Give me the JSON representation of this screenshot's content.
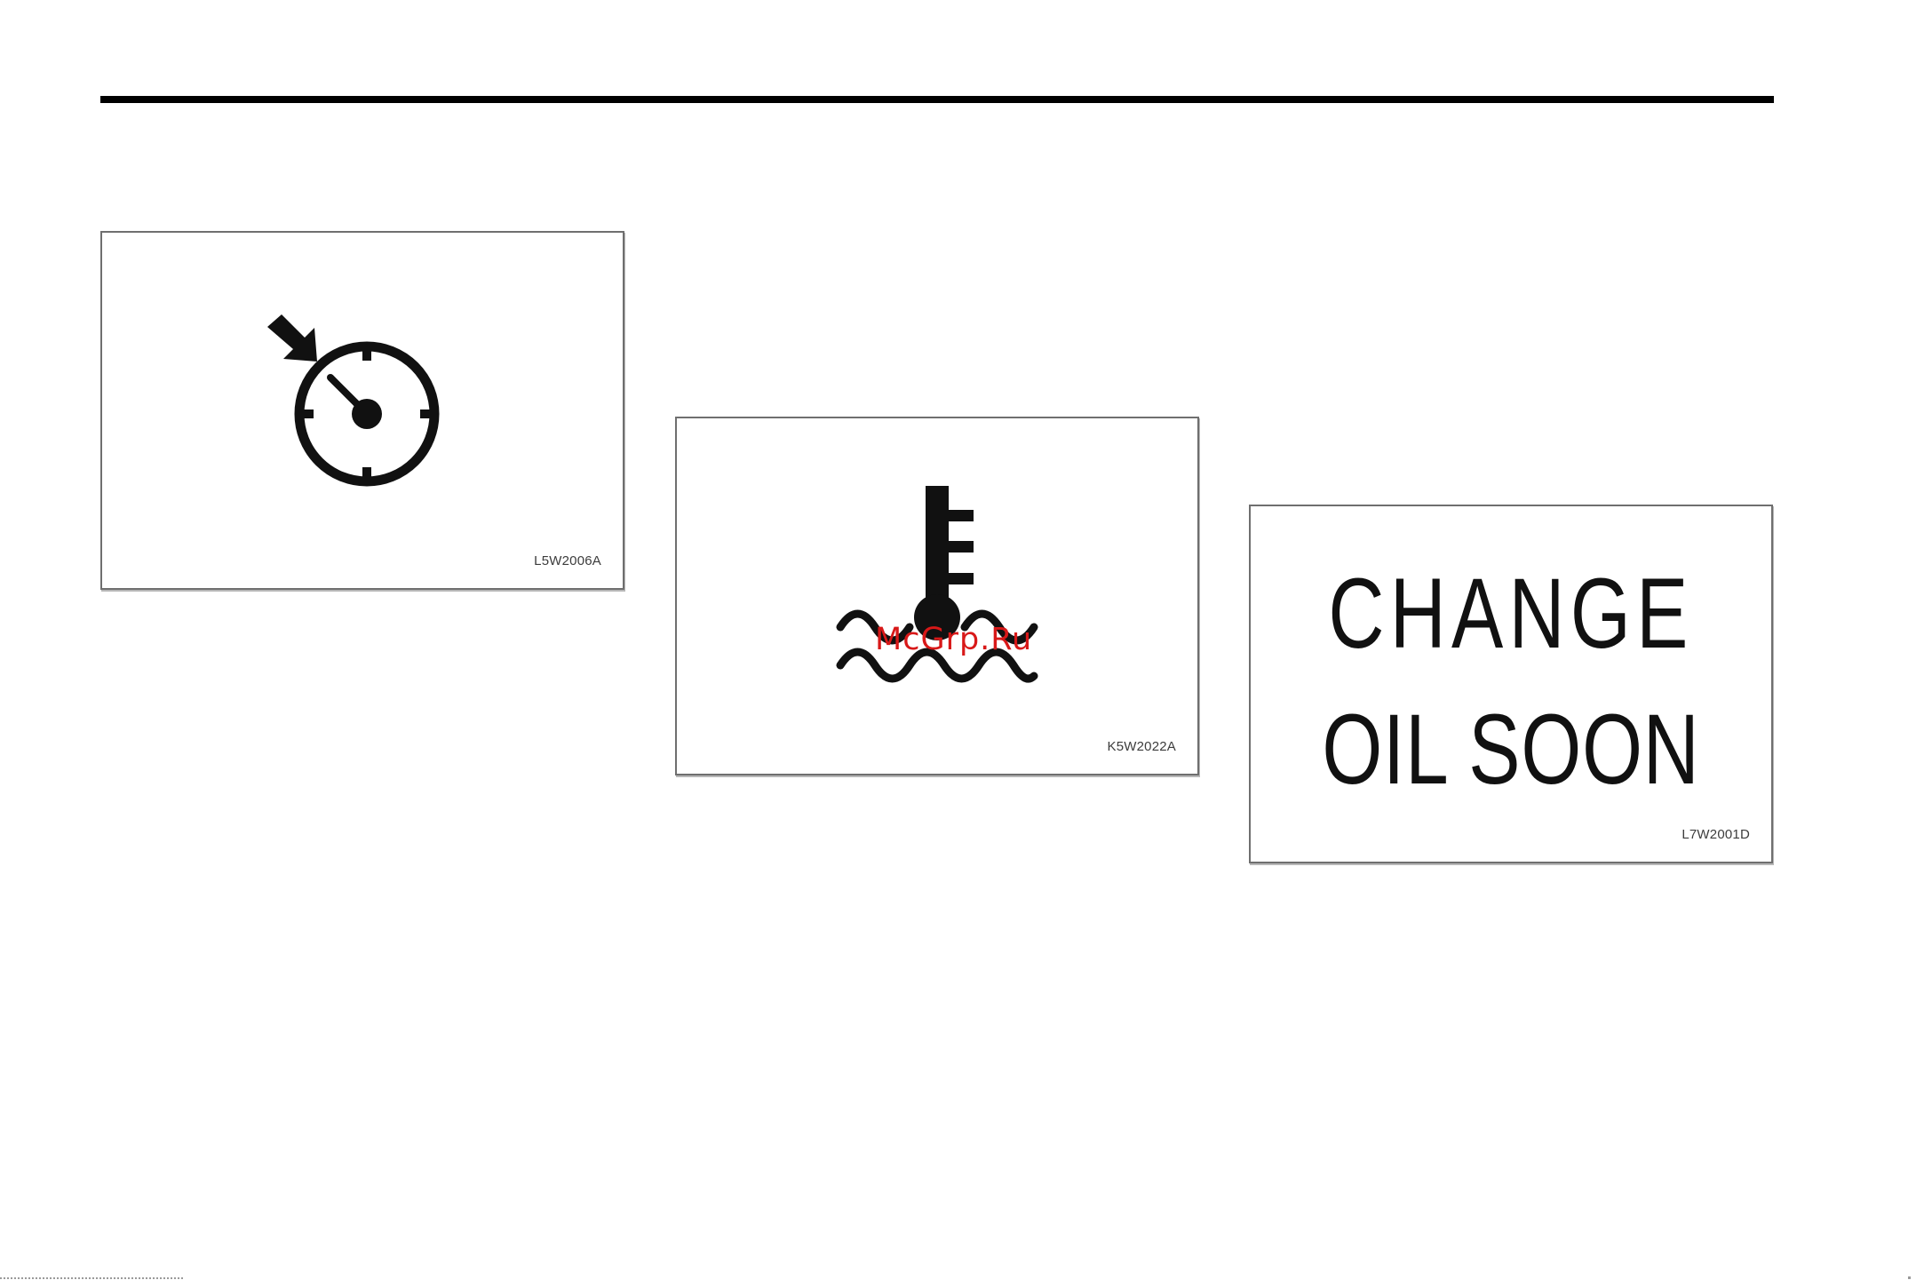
{
  "figures": [
    {
      "icon": "cruise-control-speedometer-icon",
      "code": "L5W2006A"
    },
    {
      "icon": "coolant-temperature-icon",
      "code": "K5W2022A"
    },
    {
      "message_line_1": "CHANGE",
      "message_line_2": "OIL SOON",
      "code": "L7W2001D"
    }
  ],
  "watermark": "McGrp.Ru",
  "colors": {
    "rule": "#000000",
    "icon": "#111111",
    "watermark": "#d81818",
    "frame": "#6f6f6f"
  }
}
